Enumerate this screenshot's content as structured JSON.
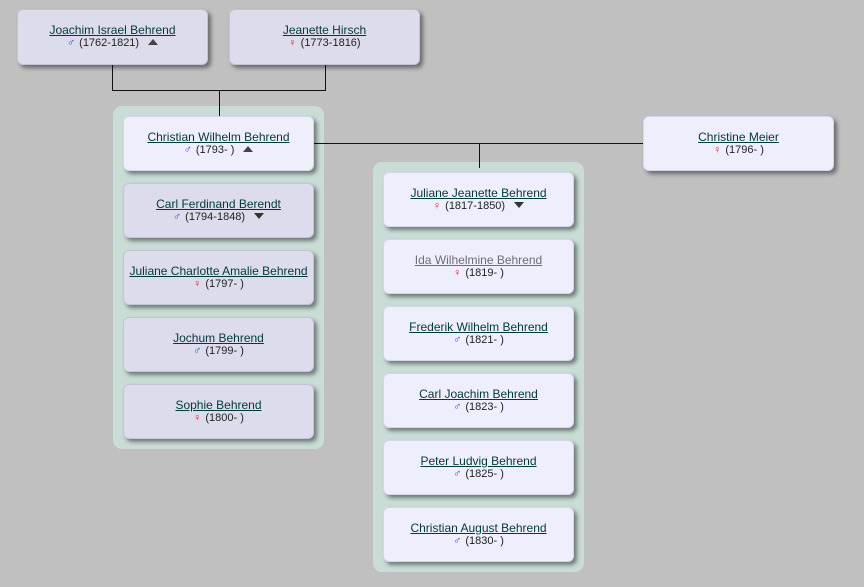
{
  "grandparents": [
    {
      "name": "Joachim Israel Behrend",
      "gender": "♂",
      "years": "(1762-1821)",
      "arrow": "up"
    },
    {
      "name": "Jeanette Hirsch",
      "gender": "♀",
      "years": "(1773-1816)"
    }
  ],
  "left_family": [
    {
      "name": "Christian Wilhelm Behrend",
      "gender": "♂",
      "years": "(1793- )",
      "arrow": "up"
    },
    {
      "name": "Carl Ferdinand Berendt",
      "gender": "♂",
      "years": "(1794-1848)",
      "arrow": "down"
    },
    {
      "name": "Juliane Charlotte Amalie Behrend",
      "gender": "♀",
      "years": "(1797- )"
    },
    {
      "name": "Jochum Behrend",
      "gender": "♂",
      "years": "(1799- )"
    },
    {
      "name": "Sophie Behrend",
      "gender": "♀",
      "years": "(1800- )"
    }
  ],
  "spouse": {
    "name": "Christine Meier",
    "gender": "♀",
    "years": "(1796- )"
  },
  "children": [
    {
      "name": "Juliane Jeanette Behrend",
      "gender": "♀",
      "years": "(1817-1850)",
      "arrow": "down"
    },
    {
      "name": "Ida Wilhelmine Behrend",
      "gender": "♀",
      "years": "(1819- )"
    },
    {
      "name": "Frederik Wilhelm Behrend",
      "gender": "♂",
      "years": "(1821- )"
    },
    {
      "name": "Carl Joachim Behrend",
      "gender": "♂",
      "years": "(1823- )"
    },
    {
      "name": "Peter Ludvig Behrend",
      "gender": "♂",
      "years": "(1825- )"
    },
    {
      "name": "Christian August Behrend",
      "gender": "♂",
      "years": "(1830- )"
    }
  ],
  "colors": {
    "background": "#c0c0c0",
    "group": "#c9ddd6",
    "card_light": "#eeeefc",
    "card_mid": "#dcdcec",
    "link": "#003a3a",
    "male": "#3344cc",
    "female": "#dd2222"
  }
}
